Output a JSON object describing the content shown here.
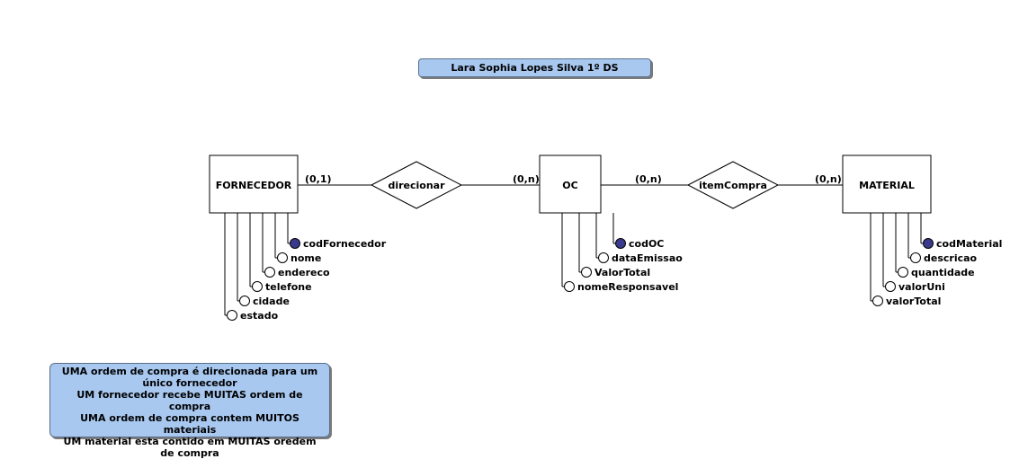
{
  "title": "Lara Sophia Lopes Silva 1º DS",
  "entities": {
    "fornecedor": {
      "name": "FORNECEDOR",
      "attributes": [
        {
          "label": "codFornecedor",
          "key": true
        },
        {
          "label": "nome",
          "key": false
        },
        {
          "label": "endereco",
          "key": false
        },
        {
          "label": "telefone",
          "key": false
        },
        {
          "label": "cidade",
          "key": false
        },
        {
          "label": "estado",
          "key": false
        }
      ]
    },
    "oc": {
      "name": "OC",
      "attributes": [
        {
          "label": "codOC",
          "key": true
        },
        {
          "label": "dataEmissao",
          "key": false
        },
        {
          "label": "ValorTotal",
          "key": false
        },
        {
          "label": "nomeResponsavel",
          "key": false
        }
      ]
    },
    "material": {
      "name": "MATERIAL",
      "attributes": [
        {
          "label": "codMaterial",
          "key": true
        },
        {
          "label": "descricao",
          "key": false
        },
        {
          "label": "quantidade",
          "key": false
        },
        {
          "label": "valorUni",
          "key": false
        },
        {
          "label": "valorTotal",
          "key": false
        }
      ]
    }
  },
  "relationships": {
    "direcionar": {
      "name": "direcionar",
      "card_left": "(0,1)",
      "card_right": "(0,n)"
    },
    "itemCompra": {
      "name": "itemCompra",
      "card_left": "(0,n)",
      "card_right": "(0,n)"
    }
  },
  "notes": [
    "UMA ordem de compra é direcionada para um único fornecedor",
    "UM fornecedor recebe MUITAS ordem de compra",
    "UMA ordem de compra contem MUITOS materiais",
    "UM material esta contido em MUITAS oredem de compra"
  ],
  "colors": {
    "key_attribute": "#3a3a8c",
    "note_background": "#a8c8f0"
  }
}
